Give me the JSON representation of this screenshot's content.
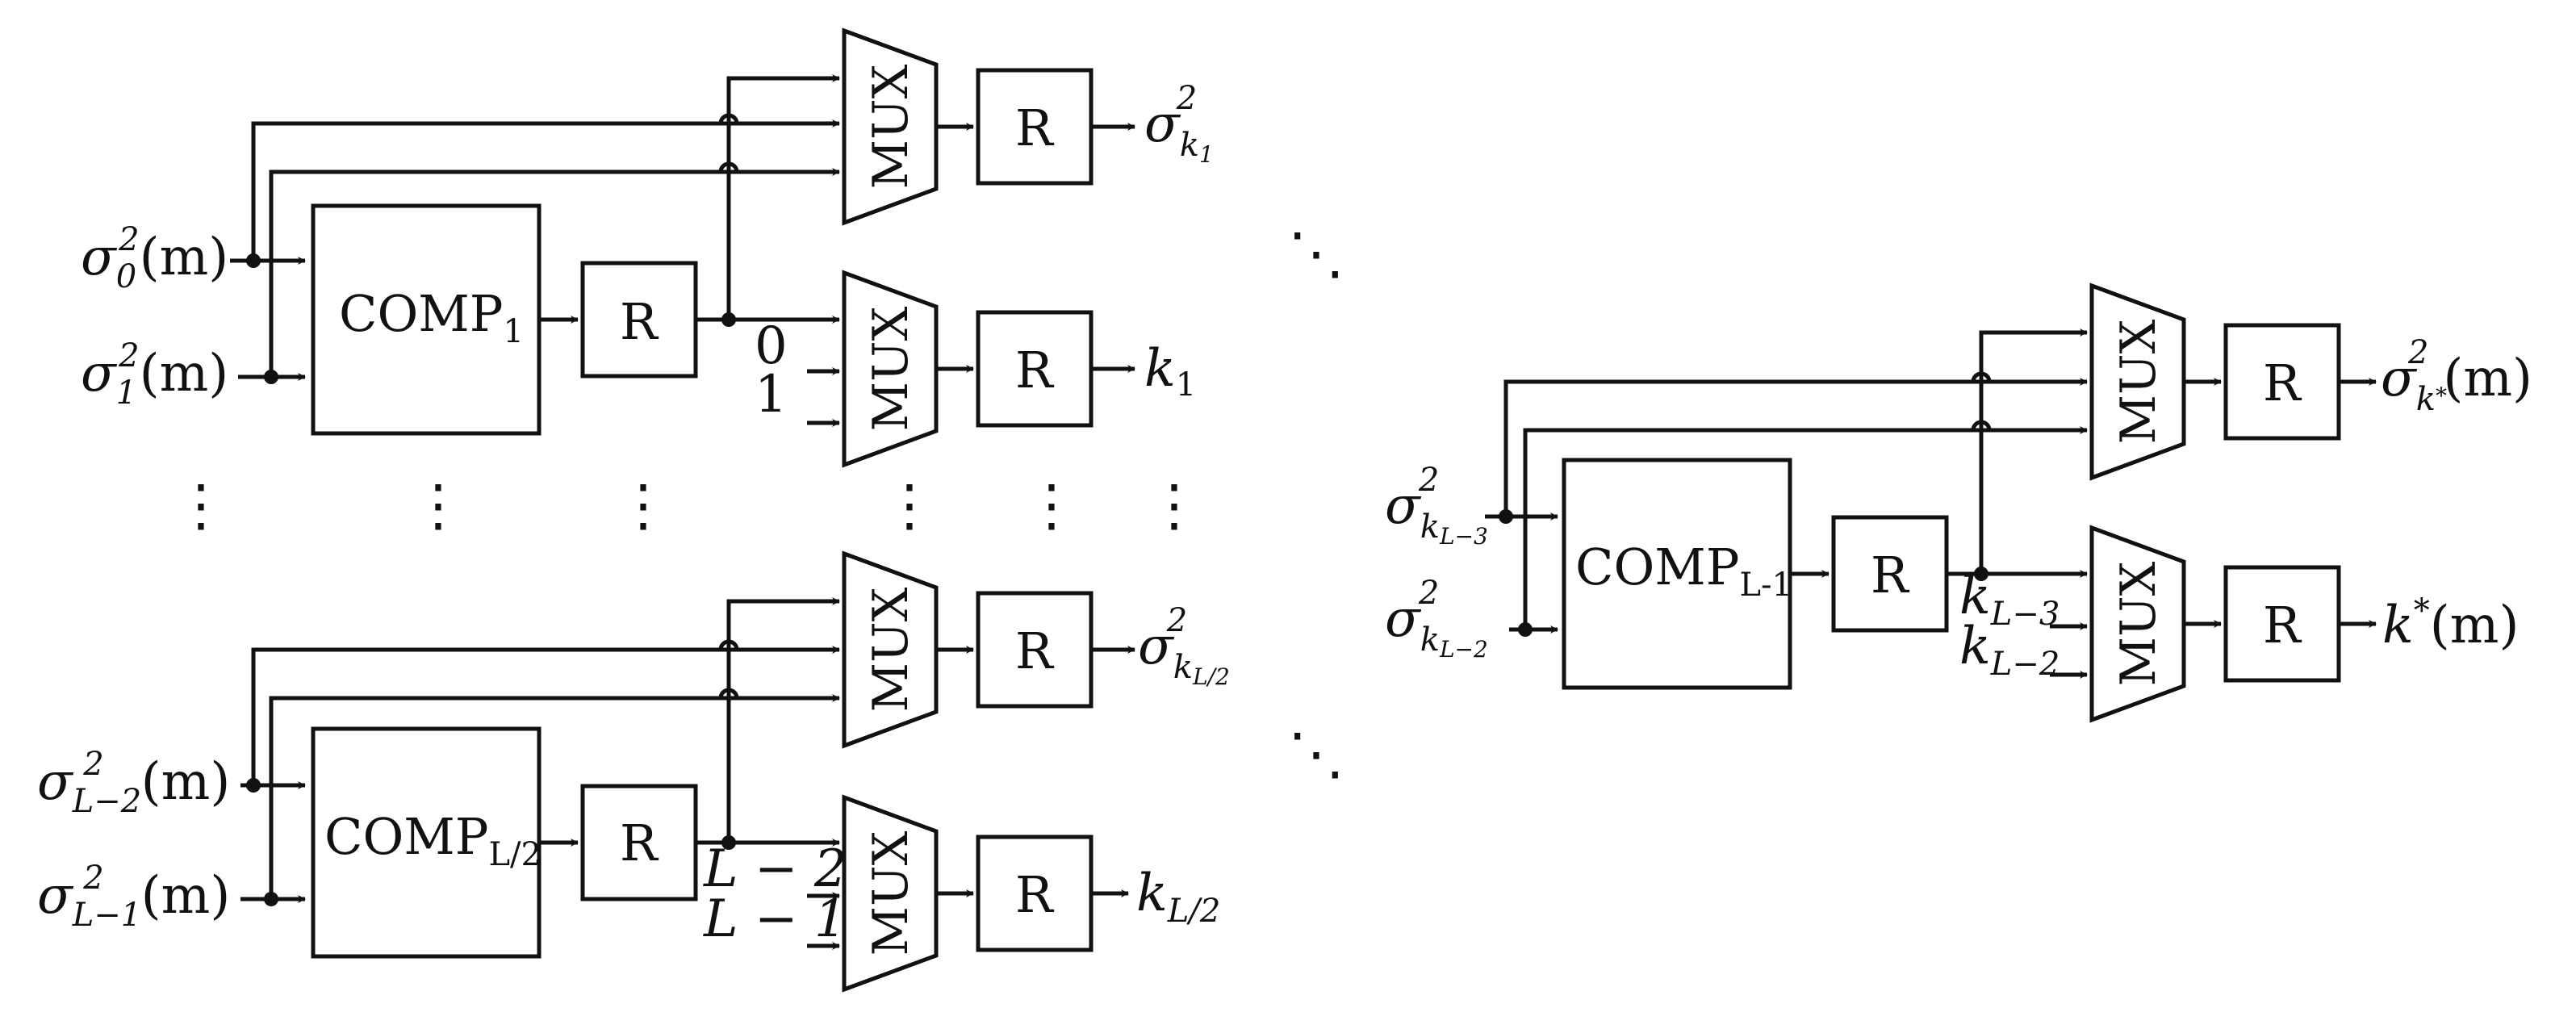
{
  "comp": {
    "c1_main": "COMP",
    "c1_sub": "1",
    "c2_main": "COMP",
    "c2_sub": "L/2",
    "c3_main": "COMP",
    "c3_sub": "L-1"
  },
  "register_label": "R",
  "mux_label": "MUX",
  "inputs": {
    "in0_base": "σ",
    "in0_sub": "0",
    "in0_sup": "2",
    "in0_arg": "(m)",
    "in1_base": "σ",
    "in1_sub": "1",
    "in1_sup": "2",
    "in1_arg": "(m)",
    "in2_base": "σ",
    "in2_sub": "L−2",
    "in2_sup": "2",
    "in2_arg": "(m)",
    "in3_base": "σ",
    "in3_sub": "L−1",
    "in3_sup": "2",
    "in3_arg": "(m)",
    "in4_base": "σ",
    "in4_sub": "k",
    "in4_subsub": "L−3",
    "in4_sup": "2",
    "in5_base": "σ",
    "in5_sub": "k",
    "in5_subsub": "L−2",
    "in5_sup": "2"
  },
  "constants": {
    "zero": "0",
    "one": "1",
    "lminus2": "L − 2",
    "lminus1": "L − 1",
    "klm3_base": "k",
    "klm3_sub": "L−3",
    "klm2_base": "k",
    "klm2_sub": "L−2"
  },
  "outputs": {
    "o1_base": "σ",
    "o1_sub": "k",
    "o1_subsub": "1",
    "o1_sup": "2",
    "o2_base": "k",
    "o2_sub": "1",
    "o3_base": "σ",
    "o3_sub": "k",
    "o3_subsub": "L/2",
    "o3_sup": "2",
    "o4_base": "k",
    "o4_sub": "L/2",
    "o5_base": "σ",
    "o5_sub": "k",
    "o5_subsup": "*",
    "o5_sup": "2",
    "o5_arg": "(m)",
    "o6_base": "k",
    "o6_sup": "*",
    "o6_arg": "(m)"
  },
  "ellipsis": {
    "vdots": "⋮",
    "ddots": "⋱"
  }
}
